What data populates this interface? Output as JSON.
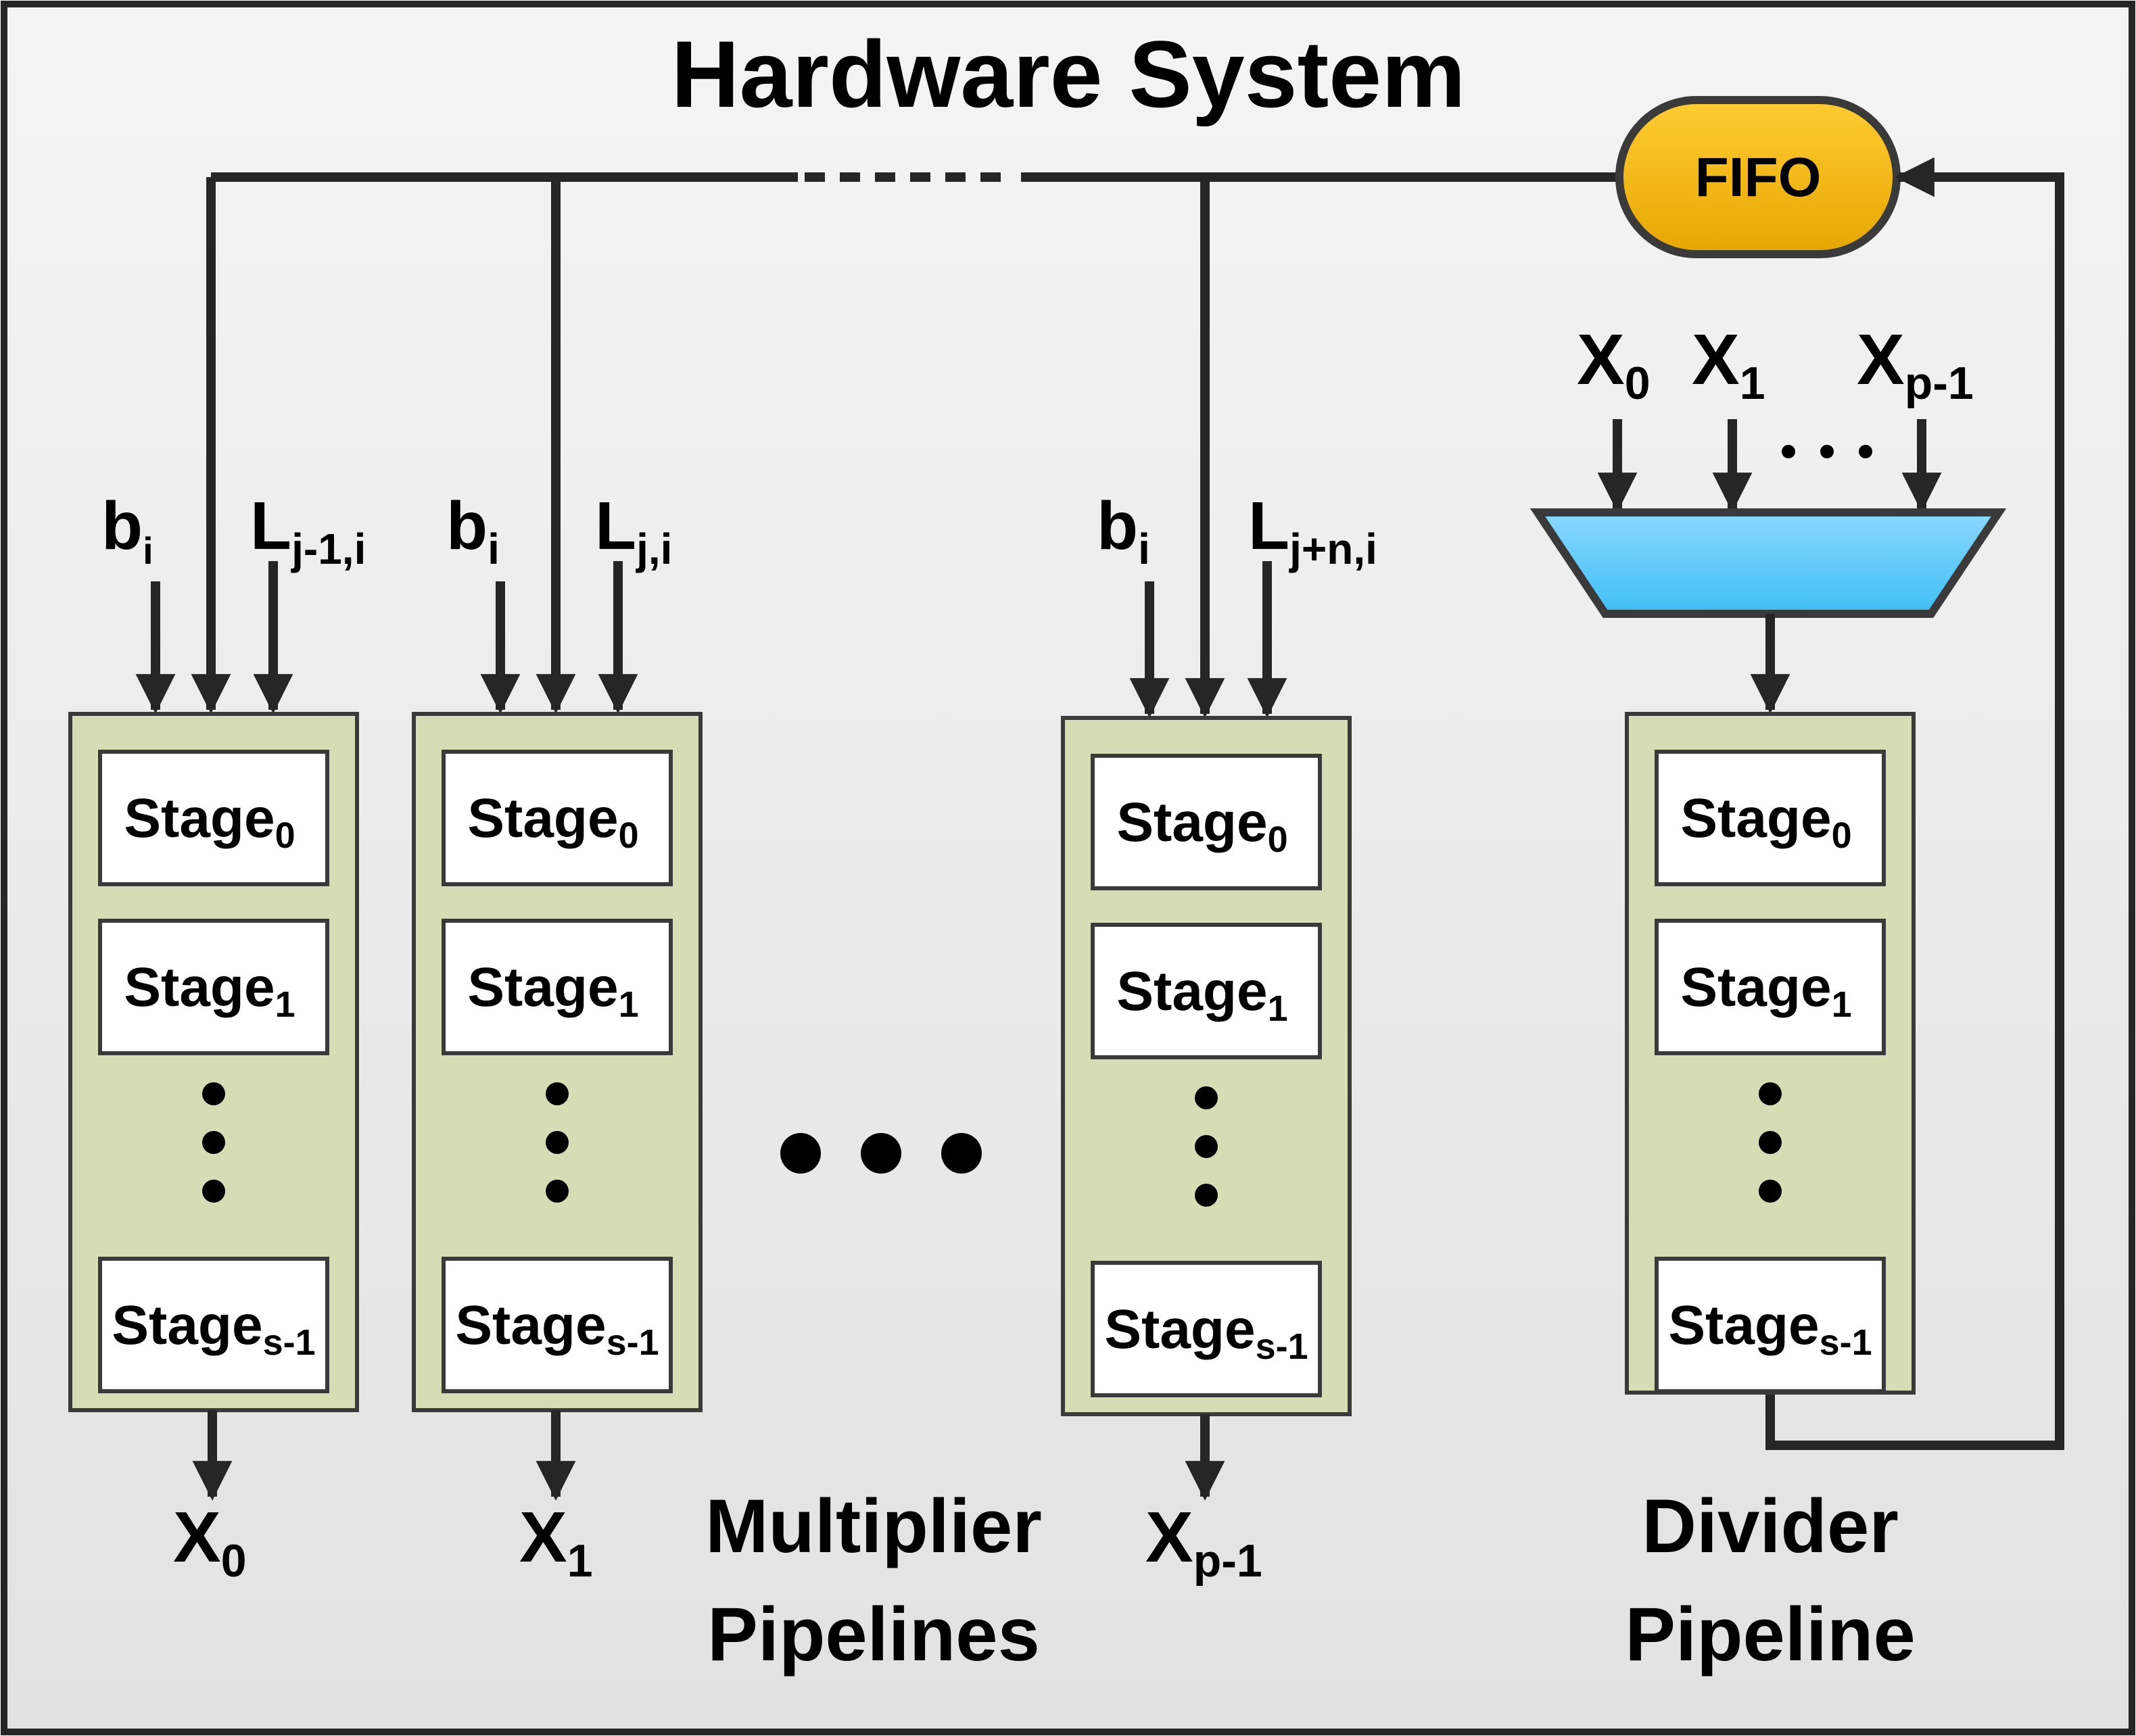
{
  "title": "Hardware System",
  "fifo_label": "FIFO",
  "colors": {
    "panel_top": "#f4f4f4",
    "panel_bottom": "#e2e2e2",
    "pipeline_fill": "#d6dcb4",
    "stage_fill": "#ffffff",
    "fifo_top": "#ffcc33",
    "fifo_bottom": "#e6a600",
    "mux_top": "#8ad8ff",
    "mux_bottom": "#3fbff5",
    "line": "#262626"
  },
  "stage_labels": {
    "first": {
      "base": "Stage",
      "sub": "0"
    },
    "second": {
      "base": "Stage",
      "sub": "1"
    },
    "last": {
      "base": "Stage",
      "sub": "s-1"
    }
  },
  "multiplier_pipelines": [
    {
      "input_b": {
        "base": "b",
        "sub": "i"
      },
      "input_l": {
        "base": "L",
        "sub": "j-1,i"
      },
      "output": {
        "base": "X",
        "sub": "0"
      }
    },
    {
      "input_b": {
        "base": "b",
        "sub": "i"
      },
      "input_l": {
        "base": "L",
        "sub": "j,i"
      },
      "output": {
        "base": "X",
        "sub": "1"
      }
    },
    {
      "input_b": {
        "base": "b",
        "sub": "i"
      },
      "input_l": {
        "base": "L",
        "sub": "j+n,i"
      },
      "output": {
        "base": "X",
        "sub": "p-1"
      }
    }
  ],
  "divider_inputs": [
    {
      "base": "X",
      "sub": "0"
    },
    {
      "base": "X",
      "sub": "1"
    },
    {
      "base": "X",
      "sub": "p-1"
    }
  ],
  "multiplier_caption": [
    "Multiplier",
    "Pipelines"
  ],
  "divider_caption": [
    "Divider",
    "Pipeline"
  ]
}
